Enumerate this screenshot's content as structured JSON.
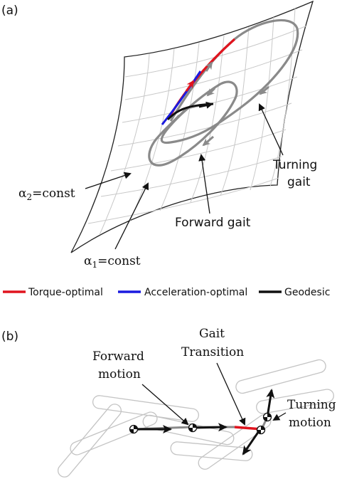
{
  "panel_a": {
    "tag": "(a)",
    "turning_gait": [
      "Turning",
      "gait"
    ],
    "forward_gait": "Forward gait",
    "alpha2": {
      "symbol": "α",
      "sub": "2",
      "rest": "=const"
    },
    "alpha1": {
      "symbol": "α",
      "sub": "1",
      "rest": "=const"
    }
  },
  "legend": {
    "items": [
      {
        "label": "Torque-optimal",
        "color": "#e0141e"
      },
      {
        "label": "Acceleration-optimal",
        "color": "#1a1adf"
      },
      {
        "label": "Geodesic",
        "color": "#111111"
      }
    ]
  },
  "panel_b": {
    "tag": "(b)",
    "forward_motion": [
      "Forward",
      "motion"
    ],
    "gait_transition": [
      "Gait",
      "Transition"
    ],
    "turning_motion": [
      "Turning",
      "motion"
    ]
  },
  "colors": {
    "gait_loop": "#8a8a8a",
    "grid": "#c8c8c8",
    "robot_outline": "#c4c4c4"
  }
}
